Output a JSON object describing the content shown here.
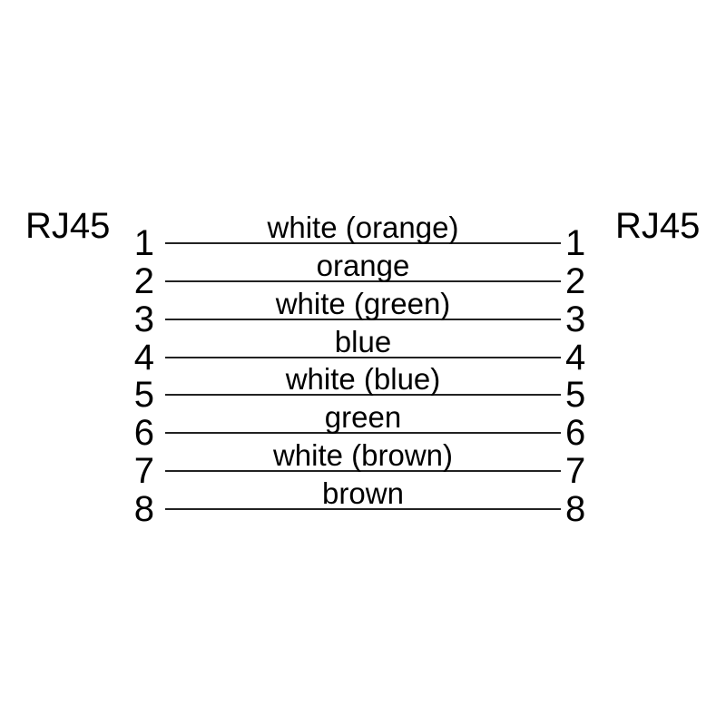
{
  "diagram": {
    "connector_left": "RJ45",
    "connector_right": "RJ45",
    "wires": [
      {
        "pin_left": "1",
        "pin_right": "1",
        "color_label": "white (orange)"
      },
      {
        "pin_left": "2",
        "pin_right": "2",
        "color_label": "orange"
      },
      {
        "pin_left": "3",
        "pin_right": "3",
        "color_label": "white (green)"
      },
      {
        "pin_left": "4",
        "pin_right": "4",
        "color_label": "blue"
      },
      {
        "pin_left": "5",
        "pin_right": "5",
        "color_label": "white (blue)"
      },
      {
        "pin_left": "6",
        "pin_right": "6",
        "color_label": "green"
      },
      {
        "pin_left": "7",
        "pin_right": "7",
        "color_label": "white (brown)"
      },
      {
        "pin_left": "8",
        "pin_right": "8",
        "color_label": "brown"
      }
    ],
    "colors": {
      "line": "#222222",
      "text": "#000000",
      "background": "#ffffff"
    }
  }
}
